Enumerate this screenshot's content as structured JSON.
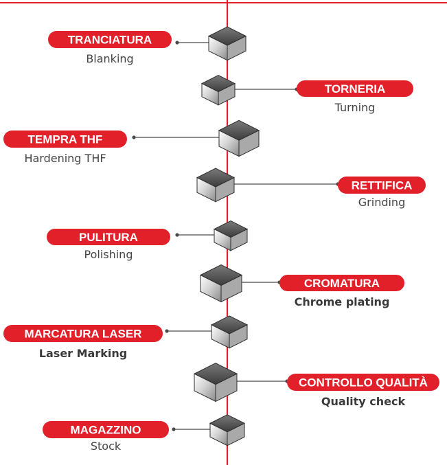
{
  "colors": {
    "accent": "#e2202a",
    "connector": "#4a4a4a",
    "subtitle": "#444444"
  },
  "steps": [
    {
      "label": "TRANCIATURA",
      "sub": "Blanking",
      "sub_bold": false,
      "side": "left",
      "icon": "metal-block-icon"
    },
    {
      "label": "TORNERIA",
      "sub": "Turning",
      "sub_bold": false,
      "side": "right",
      "icon": "metal-block-icon"
    },
    {
      "label": "TEMPRA THF",
      "sub": "Hardening THF",
      "sub_bold": false,
      "side": "left",
      "icon": "metal-block-icon"
    },
    {
      "label": "RETTIFICA",
      "sub": "Grinding",
      "sub_bold": false,
      "side": "right",
      "icon": "metal-block-icon"
    },
    {
      "label": "PULITURA",
      "sub": "Polishing",
      "sub_bold": false,
      "side": "left",
      "icon": "metal-block-icon"
    },
    {
      "label": "CROMATURA",
      "sub": "Chrome plating",
      "sub_bold": true,
      "side": "right",
      "icon": "metal-block-icon"
    },
    {
      "label": "MARCATURA LASER",
      "sub": "Laser Marking",
      "sub_bold": true,
      "side": "left",
      "icon": "metal-block-icon"
    },
    {
      "label": "CONTROLLO QUALITÀ",
      "sub": "Quality check",
      "sub_bold": true,
      "side": "right",
      "icon": "metal-block-icon"
    },
    {
      "label": "MAGAZZINO",
      "sub": "Stock",
      "sub_bold": false,
      "side": "left",
      "icon": "metal-block-icon"
    }
  ]
}
